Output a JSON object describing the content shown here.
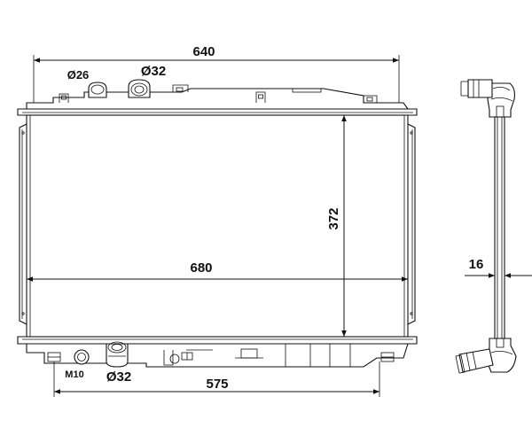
{
  "dimensions": {
    "top_width": "640",
    "core_width": "680",
    "core_height": "372",
    "bottom_span": "575",
    "thickness": "16"
  },
  "fittings": {
    "top_inlet_small": "Ø26",
    "top_inlet_large": "Ø32",
    "bottom_outlet": "Ø32",
    "drain_thread": "M10"
  }
}
